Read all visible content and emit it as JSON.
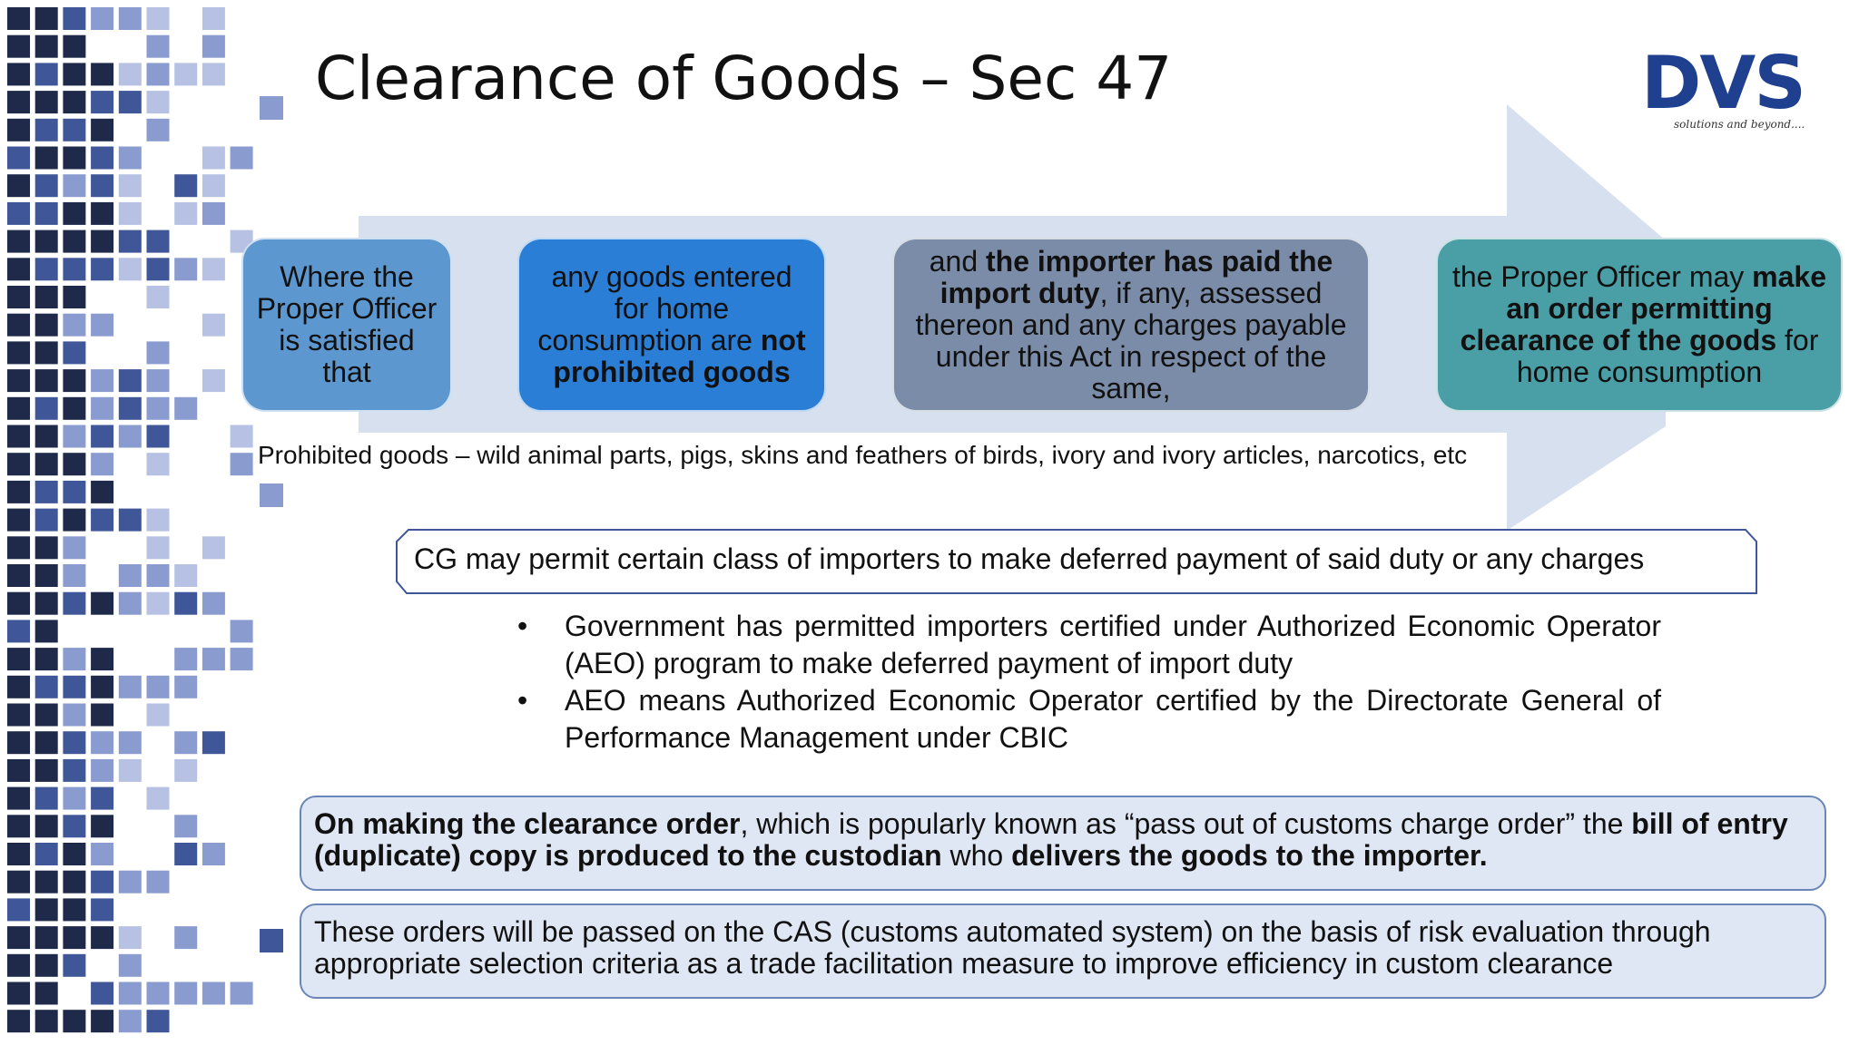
{
  "title": "Clearance of Goods – Sec 47",
  "logo": {
    "text": "DVS",
    "tagline": "solutions and beyond...."
  },
  "flow": {
    "step1": {
      "text": "Where the Proper Officer is satisfied that"
    },
    "step2": {
      "pre": "any goods entered for home consumption are",
      "bold": "not prohibited goods"
    },
    "step3": {
      "pre": "and",
      "bold": "the importer has paid the import duty",
      "post": ", if any, assessed thereon and any charges payable under this Act in respect of the same,"
    },
    "step4": {
      "pre": "the Proper Officer may",
      "bold": "make an order permitting clearance of the goods",
      "post": "for home consumption"
    }
  },
  "prohibited_note": "Prohibited goods – wild animal parts, pigs, skins and feathers of birds, ivory and ivory articles, narcotics, etc",
  "cg_note": "CG may permit certain class of importers to make deferred payment of said duty or any charges",
  "bullets": [
    {
      "marker": "•",
      "text": "Government has permitted importers certified under Authorized Economic Operator (AEO) program to make deferred payment of import duty"
    },
    {
      "marker": "•",
      "text": "AEO means Authorized Economic Operator certified by the Directorate General of Performance Management under CBIC"
    }
  ],
  "clearance_note": {
    "b1": "On making the clearance order",
    "t1": ", which is popularly known as “pass out of customs charge order” the",
    "b2": "bill of entry (duplicate) copy is produced to the custodian",
    "t2": "who",
    "b3": "delivers the goods to the importer."
  },
  "cas_note": "These orders will be passed on the CAS (customs automated system) on the basis of risk evaluation through appropriate selection criteria as a trade facilitation measure to  improve efficiency in custom clearance",
  "colors": {
    "arrow": "#d6e0ef",
    "mosaic_dark": "#1f2a4a",
    "mosaic_mid": "#3f5698",
    "mosaic_light": "#8a9bd0",
    "mosaic_pale": "#b6c1e3"
  }
}
